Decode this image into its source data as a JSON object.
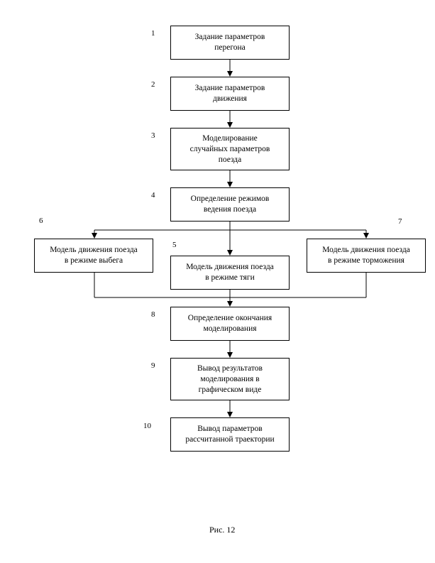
{
  "steps": [
    {
      "num": "1",
      "text": "Задание параметров\nперегона"
    },
    {
      "num": "2",
      "text": "Задание параметров\nдвижения"
    },
    {
      "num": "3",
      "text": "Моделирование\nслучайных параметров\nпоезда"
    },
    {
      "num": "4",
      "text": "Определение режимов\nведения поезда"
    },
    {
      "num": "5",
      "text": "Модель движения поезда\nв режиме тяги"
    },
    {
      "num": "6",
      "text": "Модель движения поезда\nв режиме выбега"
    },
    {
      "num": "7",
      "text": "Модель движения поезда\nв режиме торможения"
    },
    {
      "num": "8",
      "text": "Определение окончания\nмоделирования"
    },
    {
      "num": "9",
      "text": "Вывод результатов\nмоделирования в\nграфическом виде"
    },
    {
      "num": "10",
      "text": "Вывод параметров\nрассчитанной траектории"
    }
  ],
  "caption": "Рис. 12"
}
